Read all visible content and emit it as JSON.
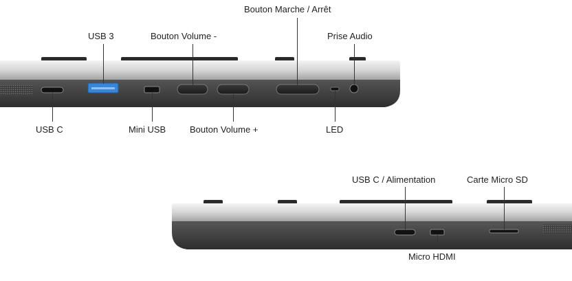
{
  "colors": {
    "silver_top": "#eeeeee",
    "silver_bottom": "#a9a9a9",
    "dark_body": "#4a4a4a",
    "usb3_blue": "#3a86d6",
    "port_black": "#111111",
    "label_text": "#222222"
  },
  "top_device": {
    "labels": {
      "power_button": "Bouton Marche / Arrêt",
      "usb3": "USB 3",
      "volume_minus": "Bouton Volume -",
      "audio_jack": "Prise Audio",
      "usb_c": "USB C",
      "mini_usb": "Mini USB",
      "volume_plus": "Bouton Volume +",
      "led": "LED"
    }
  },
  "bottom_device": {
    "labels": {
      "usb_c_power": "USB C / Alimentation",
      "micro_sd": "Carte Micro SD",
      "micro_hdmi": "Micro HDMI"
    }
  }
}
